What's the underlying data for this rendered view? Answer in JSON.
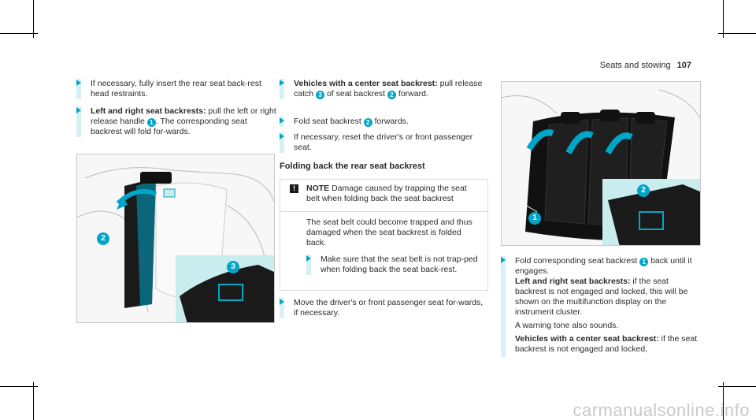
{
  "header": {
    "section": "Seats and stowing",
    "page": "107"
  },
  "col1": {
    "b1": "If necessary, fully insert the rear seat back-rest head restraints.",
    "b2_bold": "Left and right seat backrests:",
    "b2_text1": "pull the left or right release handle",
    "b2_text2": ". The corresponding seat backrest will fold for-wards.",
    "callout1": "1"
  },
  "col2": {
    "b1_bold": "Vehicles with a center seat backrest:",
    "b1_text1": "pull release catch",
    "b1_callout": "3",
    "b1_text2": "of seat backrest",
    "b1_callout2": "2",
    "b1_text3": "forward.",
    "b2_text1": "Fold seat backrest",
    "b2_callout": "2",
    "b2_text2": "forwards.",
    "b3": "If necessary, reset the driver's or front passenger seat.",
    "section_title": "Folding back the rear seat backrest",
    "note_icon": "!",
    "note_label": "NOTE",
    "note_title": "Damage caused by trapping the seat belt when folding back the seat backrest",
    "note_body": "The seat belt could become trapped and thus damaged when the seat backrest is folded back.",
    "note_bullet": "Make sure that the seat belt is not trap-ped when folding back the seat back-rest.",
    "b4": "Move the driver's or front passenger seat for-wards, if necessary."
  },
  "col3": {
    "b1_text1": "Fold corresponding seat backrest",
    "b1_callout": "1",
    "b1_text2": "back until it engages.",
    "b1_bold2": "Left and right seat backrests:",
    "b1_text3": "if the seat backrest is not engaged and locked, this will be shown on the multifunction display on the instrument cluster.",
    "b1_text4": "A warning tone also sounds.",
    "b1_bold3": "Vehicles with a center seat backrest:",
    "b1_text5": "if the seat backrest is not engaged and locked,"
  },
  "figure1": {
    "callouts": [
      "2",
      "3"
    ]
  },
  "figure2": {
    "callouts": [
      "2",
      "1"
    ]
  },
  "watermark": "carmanualsonline.info",
  "colors": {
    "accent": "#00a6c8",
    "bar": "#d6f0f4",
    "inset": "#c9ecef"
  }
}
